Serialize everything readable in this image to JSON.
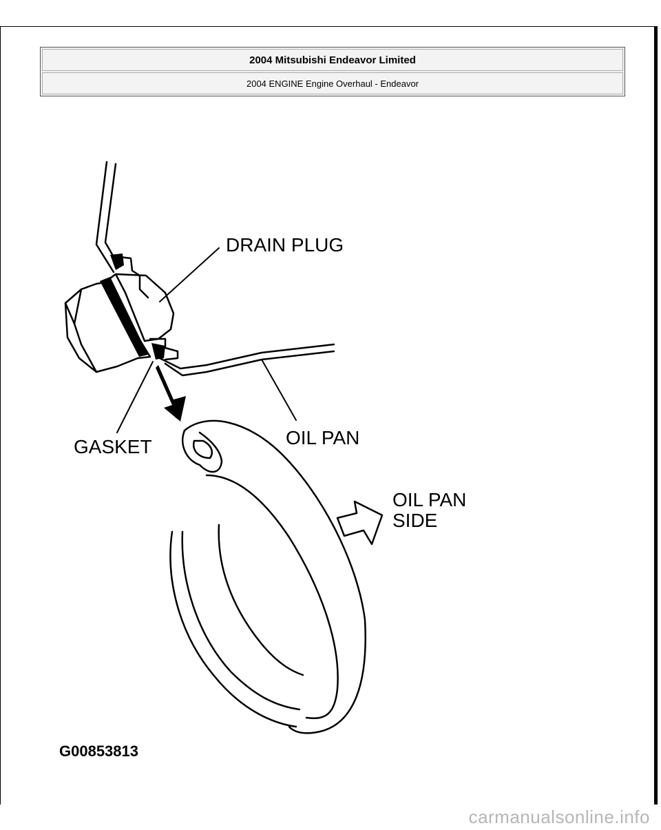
{
  "header": {
    "title": "2004 Mitsubishi Endeavor Limited",
    "subtitle": "2004 ENGINE Engine Overhaul - Endeavor"
  },
  "figure": {
    "labels": {
      "drain_plug": "DRAIN PLUG",
      "gasket": "GASKET",
      "oil_pan": "OIL PAN",
      "oil_pan_side_line1": "OIL PAN",
      "oil_pan_side_line2": "SIDE"
    },
    "figure_id": "G00853813"
  },
  "footer": {
    "watermark": "carmanualsonline.info"
  }
}
